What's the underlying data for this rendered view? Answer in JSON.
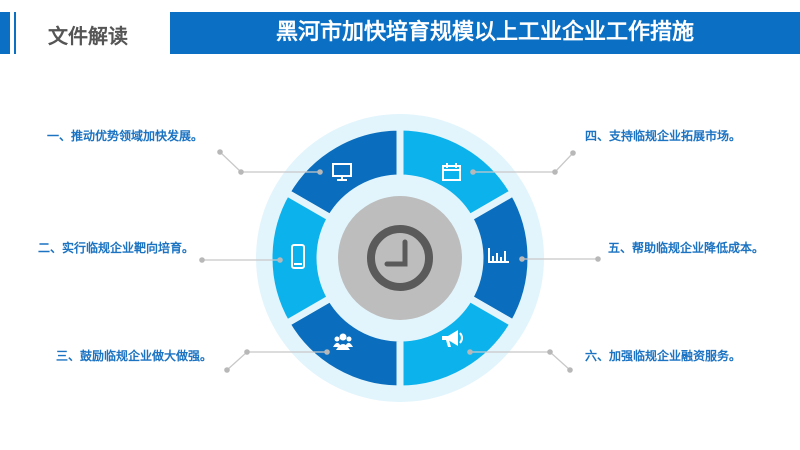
{
  "header": {
    "tag": "文件解读",
    "title": "黑河市加快培育规模以上工业企业工作措施"
  },
  "items": [
    {
      "label": "一、推动优势领域加快发展。",
      "icon": "monitor-icon"
    },
    {
      "label": "二、实行临规企业靶向培育。",
      "icon": "smartphone-icon"
    },
    {
      "label": "三、鼓励临规企业做大做强。",
      "icon": "people-icon"
    },
    {
      "label": "四、支持临规企业拓展市场。",
      "icon": "calendar-icon"
    },
    {
      "label": "五、帮助临规企业降低成本。",
      "icon": "bar-chart-icon"
    },
    {
      "label": "六、加强临规企业融资服务。",
      "icon": "megaphone-icon"
    }
  ],
  "center_icon": "clock-icon",
  "colors": {
    "dark": "#0a6dbd",
    "light": "#0bb2ec",
    "ring": "#e2f5fc",
    "hub": "#bdbdbd",
    "clock": "#5a5a5a",
    "accent": "#0b6fc4"
  }
}
